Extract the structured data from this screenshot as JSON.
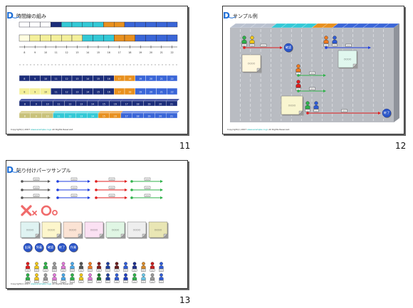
{
  "slides": [
    {
      "id": "s11",
      "title": "時間線の組み",
      "page": "11"
    },
    {
      "id": "s12",
      "title": "サンプル例",
      "page": "12"
    },
    {
      "id": "s13",
      "title": "貼り付けパーツサンプル",
      "page": "13"
    }
  ],
  "copyright": {
    "prefix": "Copyright(c) 2007",
    "link": "www.example.co.jp",
    "suffix": "All Rights Reserved."
  },
  "colors": {
    "navy": "#1c2d7a",
    "cyan": "#33c9d6",
    "orange": "#e8901e",
    "blue": "#3a66d8",
    "yellow": "#f4f09a",
    "logo": "#1f6fd6"
  },
  "ruler_numbers": [
    "8",
    "9",
    "10",
    "11",
    "12",
    "13",
    "14",
    "15",
    "16",
    "17",
    "18",
    "19",
    "20",
    "21",
    "22"
  ],
  "bar_numbers": [
    "8",
    "9",
    "10",
    "11",
    "12",
    "13",
    "14",
    "15",
    "16",
    "17",
    "18",
    "19",
    "20",
    "21",
    "22"
  ],
  "bar_numbers_short": [
    "8",
    "9",
    "10",
    "11",
    "12",
    "13",
    "14",
    "15",
    "16",
    "17",
    "18",
    "19",
    "20",
    "21"
  ],
  "note_label": "○○○○",
  "tag_label": "○○○",
  "badges": [
    "出発",
    "到着",
    "確認",
    "終了",
    "作業"
  ],
  "end_label": "終了",
  "start_label": "出発",
  "sample_labels": [
    "出発",
    "到着",
    "確認",
    "作業",
    "終了"
  ]
}
